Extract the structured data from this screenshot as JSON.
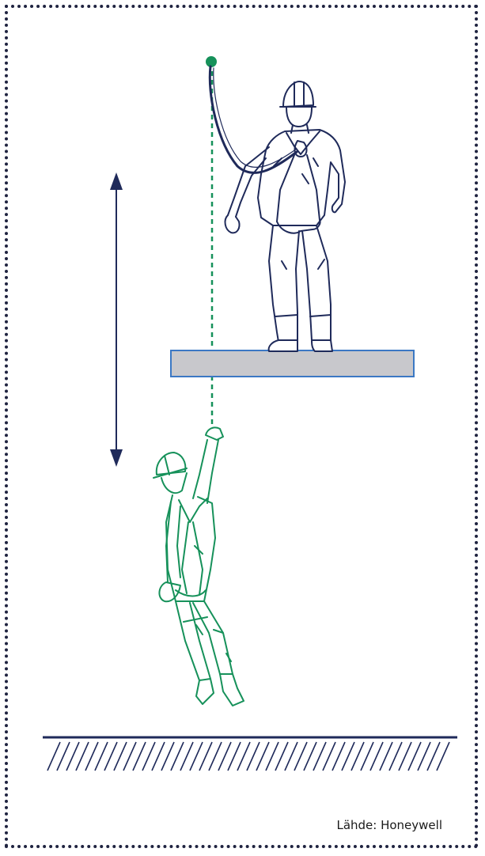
{
  "source_label": "Lähde: Honeywell",
  "colors": {
    "navy": "#1f2a5a",
    "green": "#16915a",
    "platform_fill": "#c8c8cc",
    "platform_stroke": "#3b78c4",
    "border": "#1f2340"
  },
  "icons": {
    "distance_arrow": "double-headed-vertical-arrow",
    "anchor_point": "green-dot",
    "ground": "hatched-ground-line"
  }
}
